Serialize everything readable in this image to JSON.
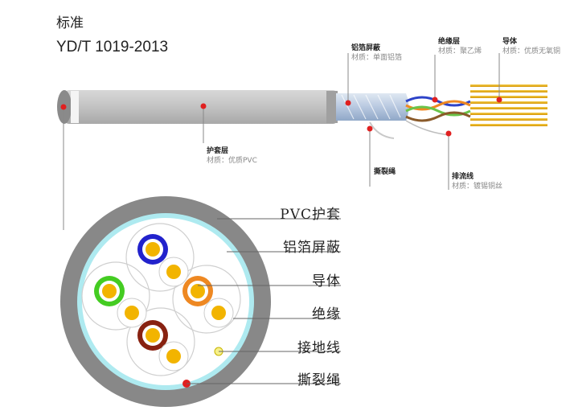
{
  "standard": {
    "label": "标准",
    "code": "YD/T 1019-2013"
  },
  "side_callouts": {
    "foil": {
      "title": "铝箔屏蔽",
      "material": "材质：单面铝箔"
    },
    "insulation": {
      "title": "绝缘层",
      "material": "材质：聚乙烯"
    },
    "conductor": {
      "title": "导体",
      "material": "材质：优质无氧铜"
    },
    "jacket": {
      "title": "护套层",
      "material": "材质：优质PVC"
    },
    "ripcord": {
      "title": "撕裂绳",
      "material": ""
    },
    "drain": {
      "title": "排流线",
      "material": "材质：镀锡铜丝"
    }
  },
  "cross_section_labels": [
    "PVC护套",
    "铝箔屏蔽",
    "导体",
    "绝缘",
    "接地线",
    "撕裂绳"
  ],
  "colors": {
    "jacket": "#888888",
    "jacket_light": "#c4c4c4",
    "foil": "#aeeaf0",
    "pair_blue": "#2222cc",
    "pair_green": "#44cc22",
    "pair_orange": "#ee8822",
    "pair_brown": "#882211",
    "copper": "#f2b400",
    "marker": "#e02020"
  }
}
